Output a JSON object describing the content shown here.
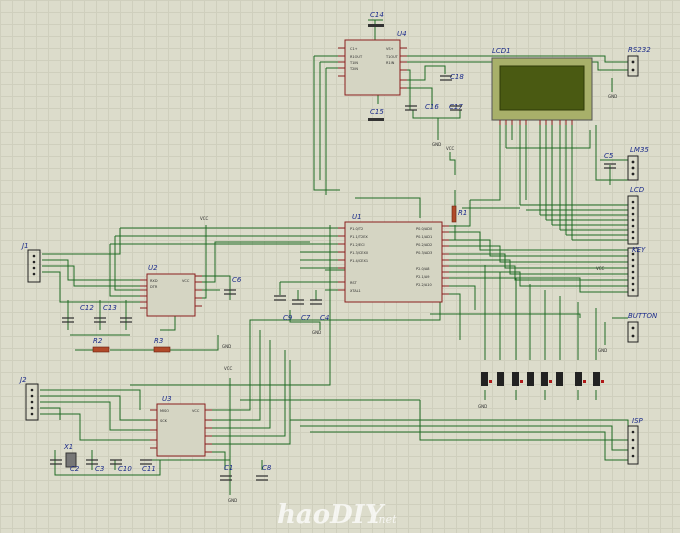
{
  "labels": {
    "c14": "C14",
    "u4": "U4",
    "c15": "C15",
    "c18": "C18",
    "c16": "C16",
    "c17": "C17",
    "lcd1": "LCD1",
    "rs232": "RS232",
    "lm35": "LM35",
    "c5": "C5",
    "lcd": "LCD",
    "key": "KEY",
    "button": "BUTTON",
    "isp": "ISP",
    "u1": "U1",
    "r1": "R1",
    "j1": "J1",
    "j2": "J2",
    "u2": "U2",
    "u3": "U3",
    "c12": "C12",
    "c13": "C13",
    "c6": "C6",
    "r2": "R2",
    "r3": "R3",
    "c9": "C9",
    "c7": "C7",
    "c4": "C4",
    "x1": "X1",
    "c2": "C2",
    "c3": "C3",
    "c10": "C10",
    "c11": "C11",
    "c1": "C1",
    "c8": "C8"
  },
  "ground_label": "GND",
  "vcc_label": "VCC",
  "watermark": {
    "main": "haoDIY",
    "suffix": ".net"
  }
}
